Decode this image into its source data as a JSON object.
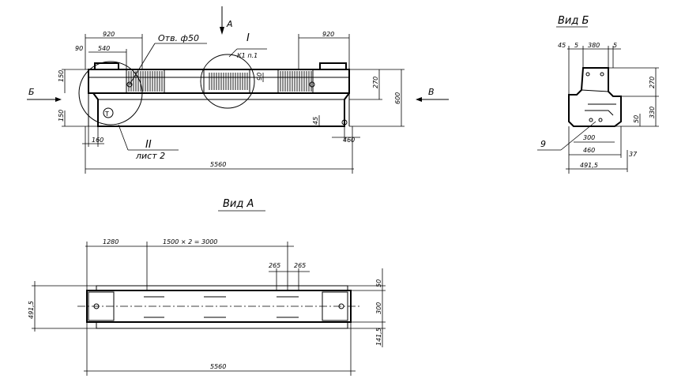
{
  "labels": {
    "view_a": "Вид А",
    "view_b": "Вид Б",
    "arrow_a": "А",
    "arrow_b_left": "Б",
    "arrow_v_right": "В",
    "hole": "Отв. ф50",
    "node_i": "I",
    "node_i_ref": "К1 п.1",
    "node_ii": "II",
    "node_ii_ref": "лист 2",
    "pos_9": "9"
  },
  "dims_front": {
    "d920_left": "920",
    "d540": "540",
    "d90": "90",
    "d150_top": "150",
    "d150_bot": "150",
    "d160": "160",
    "d920_right": "920",
    "d90_mid": "90",
    "d270": "270",
    "d600": "600",
    "d45": "45",
    "d460": "460",
    "d5560": "5560"
  },
  "dims_view_b": {
    "d45": "45",
    "d5_left": "5",
    "d380": "380",
    "d5_right": "5",
    "d270": "270",
    "d330": "330",
    "d50": "50",
    "d300": "300",
    "d460": "460",
    "d491_5": "491,5",
    "d37": "37"
  },
  "dims_view_a": {
    "d1280": "1280",
    "d1500x2": "1500 × 2 = 3000",
    "d265_a": "265",
    "d265_b": "265",
    "d50": "50",
    "d300": "300",
    "d141_5": "141,5",
    "d491_5": "491,5",
    "d5560": "5560"
  }
}
